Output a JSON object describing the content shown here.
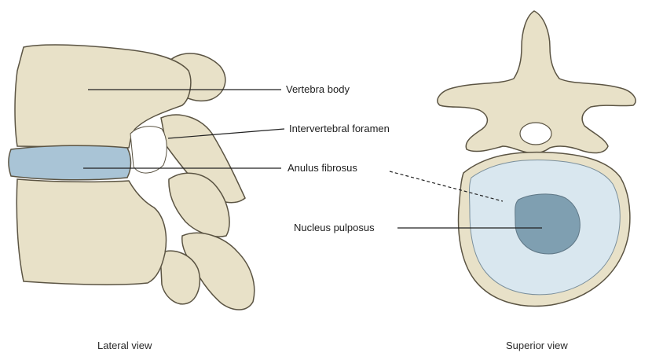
{
  "labels": {
    "vertebral_body": "Vertebra body",
    "intervertebral_foramen": "Intervertebral foramen",
    "anulus_fibrosus": "Anulus fibrosus",
    "nucleus_pulposus": "Nucleus pulposus"
  },
  "captions": {
    "lateral": "Lateral view",
    "superior": "Superior view"
  },
  "colors": {
    "bone": "#e8e1c8",
    "bone_outline": "#5b5443",
    "disc": "#a9c4d6",
    "anulus": "#d9e7ef",
    "nucleus": "#7f9fb1"
  }
}
